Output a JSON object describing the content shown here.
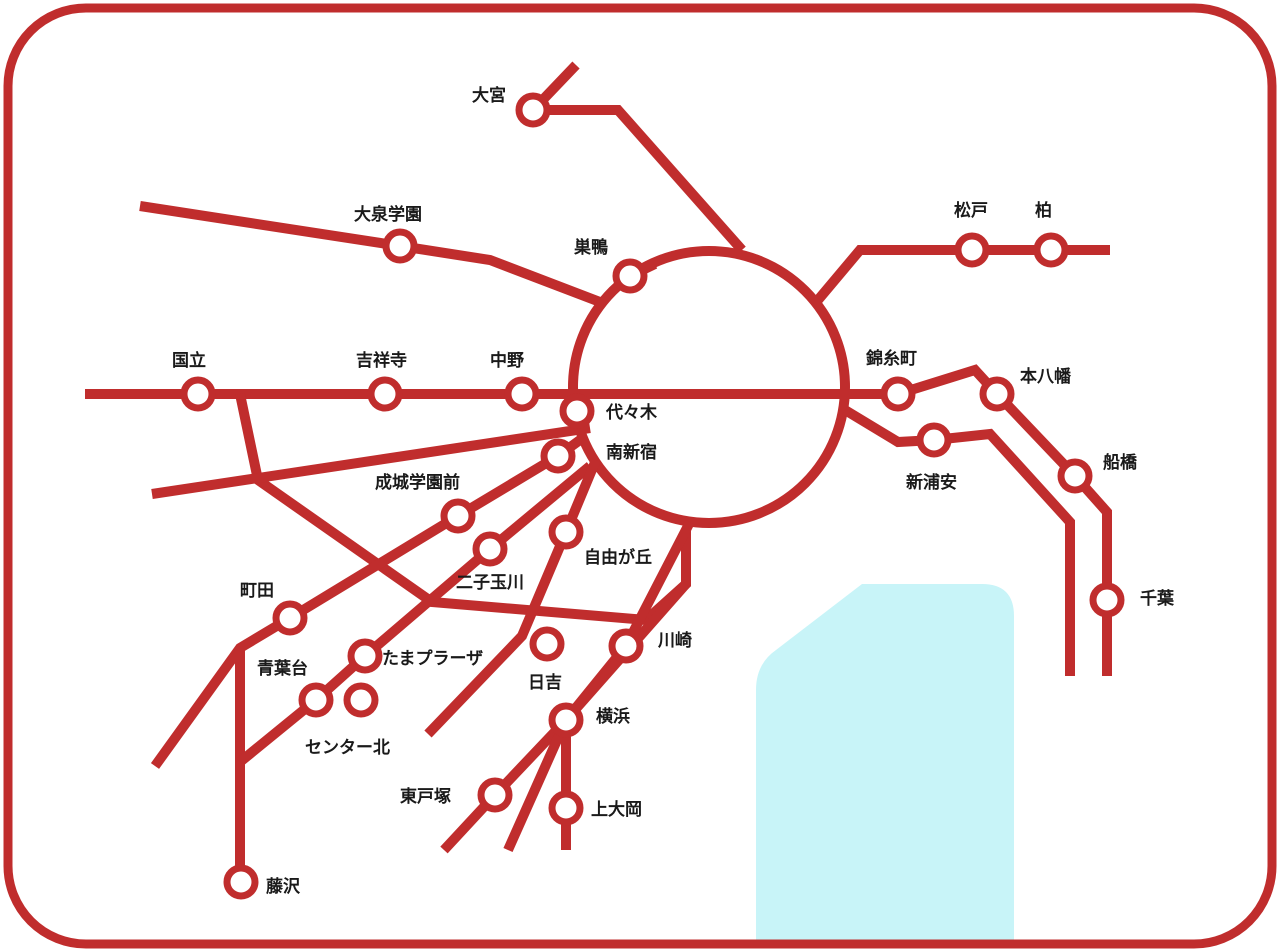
{
  "colors": {
    "line": "#c02d2d",
    "water": "#c8f4f8",
    "frame": "#c02d2d",
    "label": "#1a1a1a"
  },
  "stations": {
    "omiya": "大宮",
    "oizumi_gakuen": "大泉学園",
    "sugamo": "巣鴨",
    "matsudo": "松戸",
    "kashiwa": "柏",
    "kunitachi": "国立",
    "kichijoji": "吉祥寺",
    "nakano": "中野",
    "kinshicho": "錦糸町",
    "motoyawata": "本八幡",
    "yoyogi": "代々木",
    "minami_shinjuku": "南新宿",
    "shin_urayasu": "新浦安",
    "funabashi": "船橋",
    "seijo_gakuen_mae": "成城学園前",
    "jiyugaoka": "自由が丘",
    "futako_tamagawa": "二子玉川",
    "chiba": "千葉",
    "machida": "町田",
    "kawasaki": "川崎",
    "tama_plaza": "たまプラーザ",
    "aobadai": "青葉台",
    "hiyoshi": "日吉",
    "yokohama": "横浜",
    "center_kita": "センター北",
    "higashi_totsuka": "東戸塚",
    "kamiooka": "上大岡",
    "fujisawa": "藤沢"
  }
}
